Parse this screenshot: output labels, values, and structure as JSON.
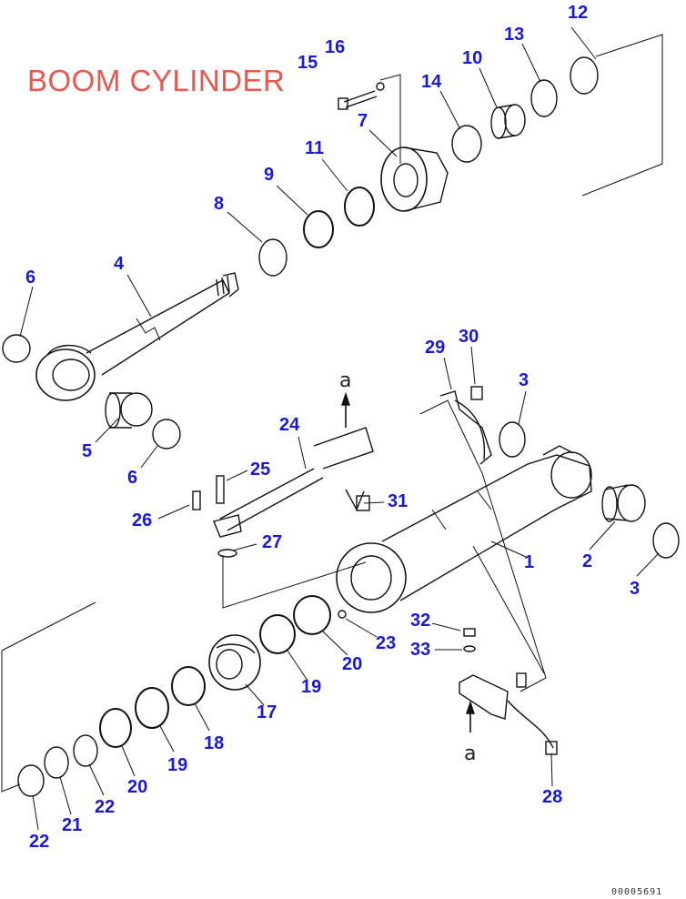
{
  "title": "BOOM CYLINDER",
  "drawing_code": "00005691",
  "arrow_label": "a",
  "part_callouts": [
    "1",
    "2",
    "3",
    "4",
    "5",
    "6",
    "7",
    "8",
    "9",
    "10",
    "11",
    "12",
    "13",
    "14",
    "15",
    "16",
    "17",
    "18",
    "19",
    "20",
    "21",
    "22",
    "23",
    "24",
    "25",
    "26",
    "27",
    "28",
    "29",
    "30",
    "31",
    "32",
    "33"
  ]
}
